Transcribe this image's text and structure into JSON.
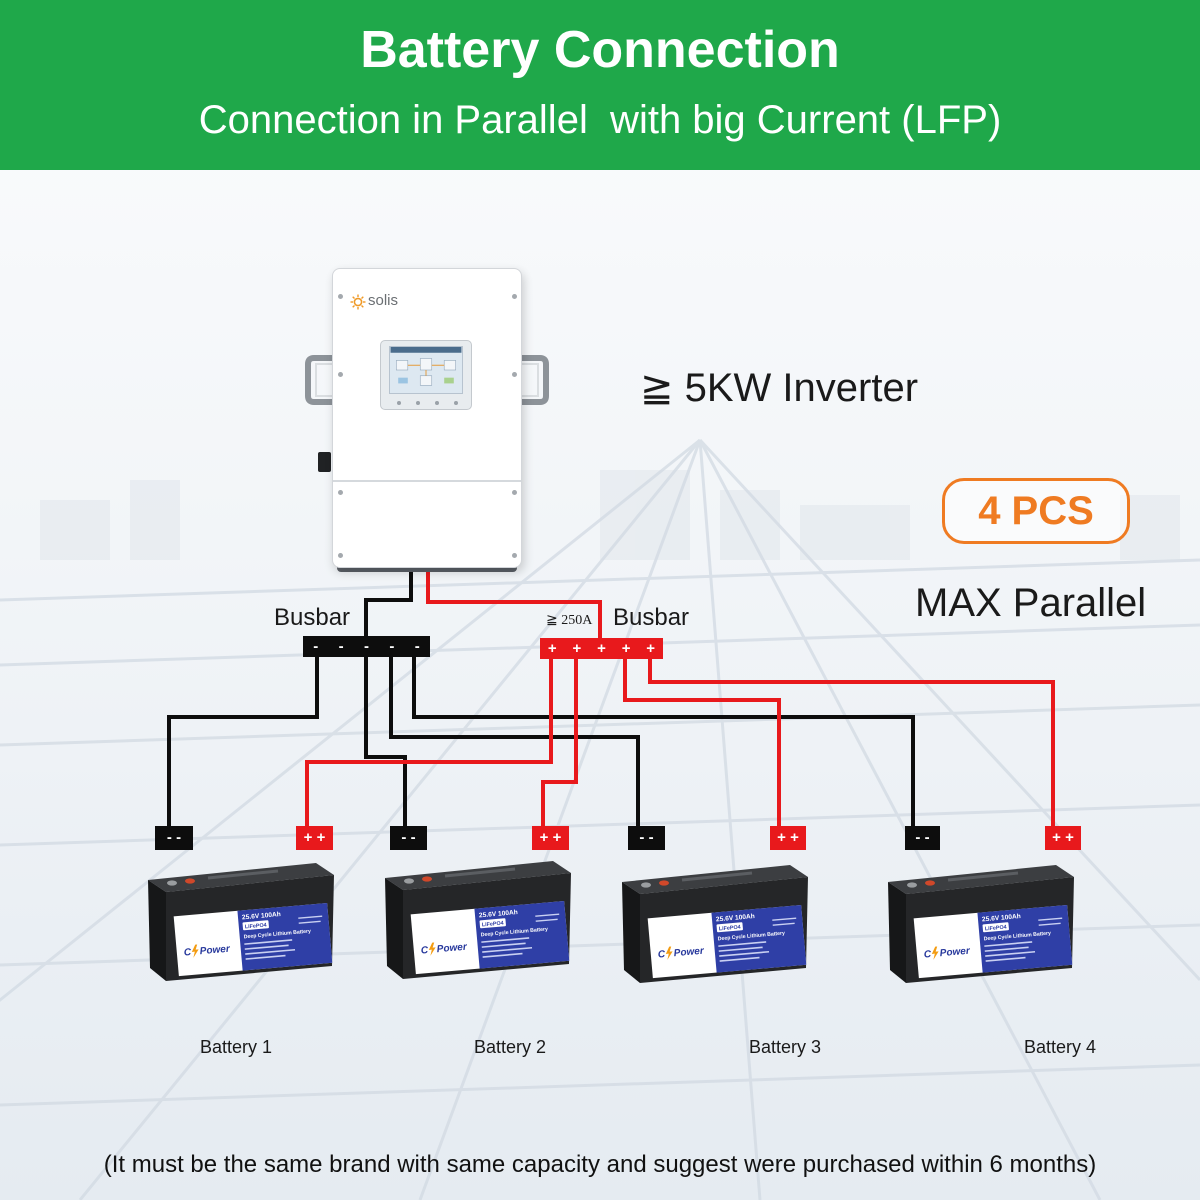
{
  "header": {
    "title": "Battery Connection",
    "subtitle": "Connection in Parallel  with big Current (LFP)"
  },
  "inverter": {
    "brand": "solis",
    "label": "≧ 5KW Inverter"
  },
  "parallel": {
    "count": "4 PCS",
    "label": "MAX Parallel"
  },
  "busbars": {
    "negative": {
      "label": "Busbar",
      "terminals": [
        "-",
        "-",
        "-",
        "-",
        "-"
      ]
    },
    "positive": {
      "label": "Busbar",
      "rating": "≧ 250A",
      "terminals": [
        "+",
        "+",
        "+",
        "+",
        "+"
      ]
    }
  },
  "battery_terminals": {
    "negative": "- -",
    "positive": "+ +"
  },
  "battery_spec": {
    "rating": "25.6V 100Ah",
    "chemistry": "LiFePO4",
    "type": "Deep Cycle Lithium Battery",
    "logo": {
      "prefix": "C",
      "suffix": "Power"
    }
  },
  "batteries": [
    {
      "name": "Battery 1"
    },
    {
      "name": "Battery 2"
    },
    {
      "name": "Battery 3"
    },
    {
      "name": "Battery 4"
    }
  ],
  "note": "(It must be the same brand with same capacity and suggest were purchased within 6 months)",
  "colors": {
    "header_green": "#1fa84a",
    "highlight_orange": "#ef7b22",
    "positive_red": "#e8191c",
    "negative_black": "#0d0d0d",
    "battery_label_blue": "#2f3fa6"
  }
}
